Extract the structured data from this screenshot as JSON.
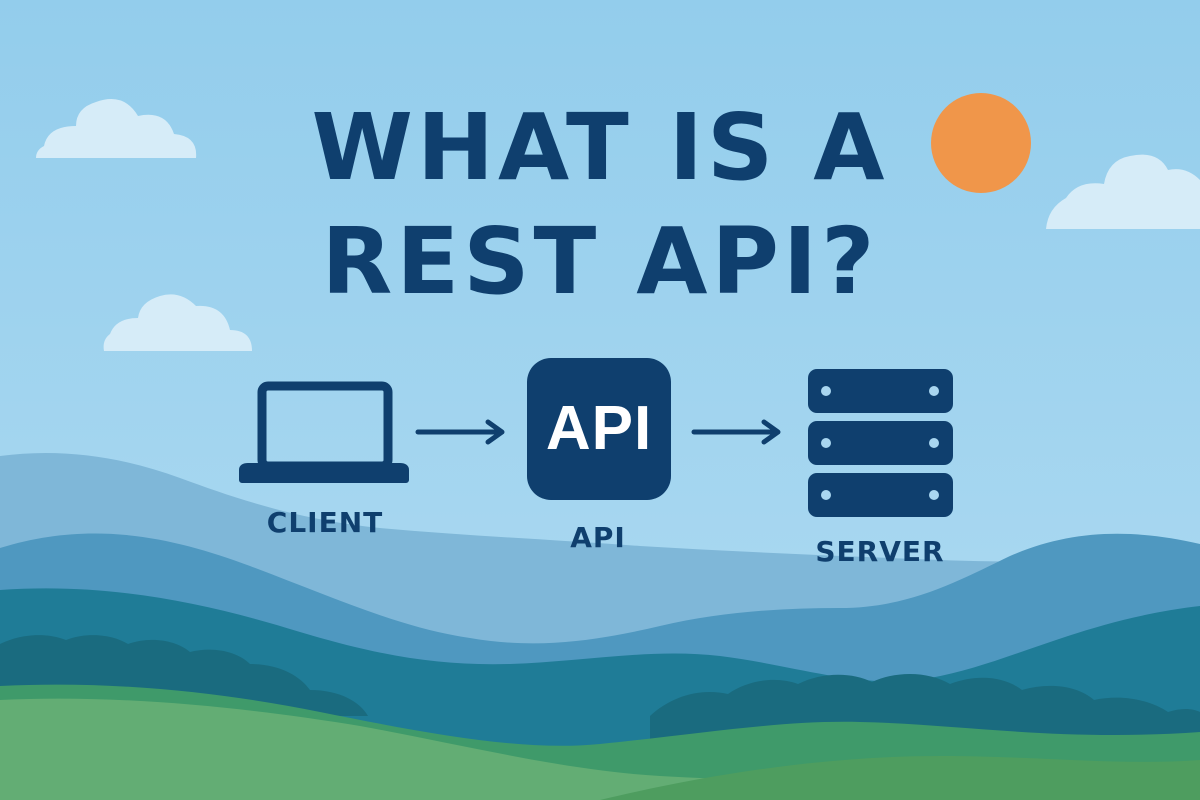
{
  "title": {
    "line1": "WHAT IS A",
    "line2": "REST API?"
  },
  "diagram": {
    "client": {
      "label": "CLIENT",
      "icon": "laptop-icon"
    },
    "api": {
      "label": "API",
      "box_text": "API",
      "icon": "api-box-icon"
    },
    "server": {
      "label": "SERVER",
      "icon": "server-stack-icon"
    },
    "arrows": [
      "client-to-api-arrow-icon",
      "api-to-server-arrow-icon"
    ]
  },
  "scene": {
    "sun": "sun-icon",
    "clouds": [
      "cloud-icon",
      "cloud-icon",
      "cloud-icon"
    ],
    "hills": "hills-landscape"
  },
  "colors": {
    "sky_top": "#93cdec",
    "sky_bottom": "#aedcf2",
    "navy": "#0f3f6e",
    "sun": "#f0964a",
    "cloud": "#d6ecf8",
    "hill_far": "#7fb7d8",
    "hill_mid": "#4f98c0",
    "hill_teal": "#1f7c97",
    "hill_dark_teal": "#1a6b7f",
    "hill_green": "#3f9a6a",
    "hill_light_green": "#63ad74",
    "hill_front_green": "#4e9d5f"
  }
}
